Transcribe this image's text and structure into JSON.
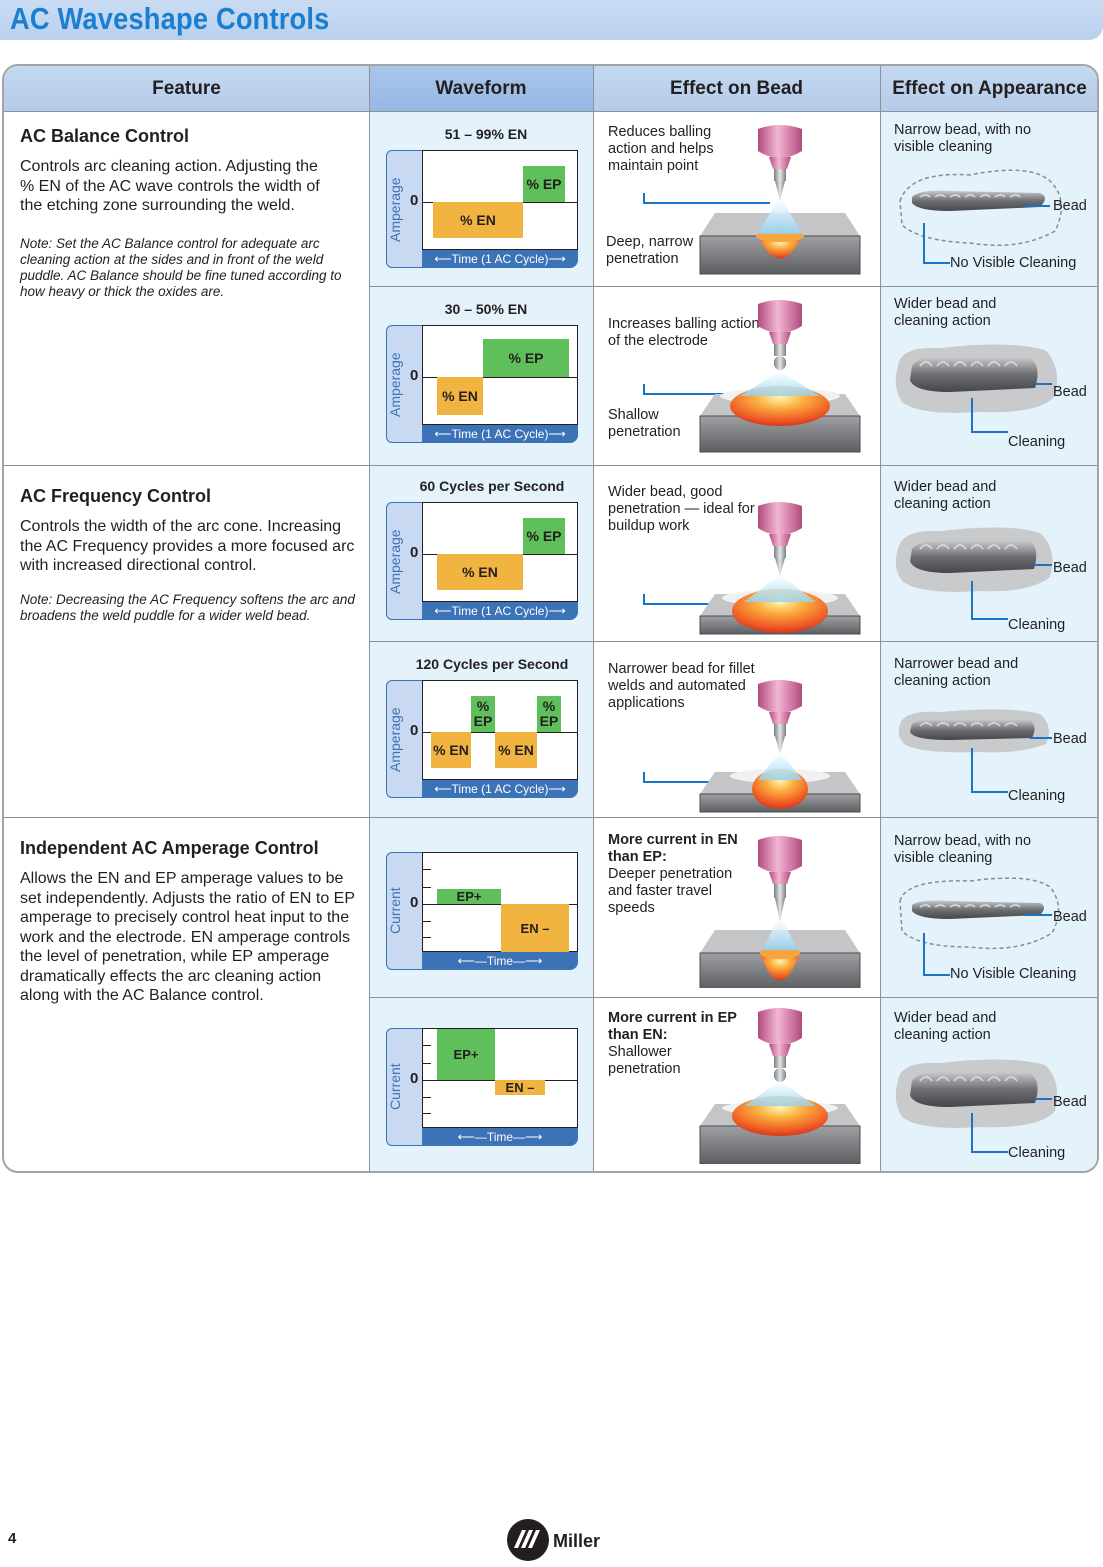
{
  "page": {
    "title": "AC Waveshape Controls",
    "number": "4",
    "brand": "Miller"
  },
  "headers": {
    "feature": "Feature",
    "waveform": "Waveform",
    "bead": "Effect on Bead",
    "appearance": "Effect on Appearance"
  },
  "sections": [
    {
      "title": "AC Balance Control",
      "desc": "Controls arc cleaning action. Adjusting the % EN of the AC wave controls the width of the etching zone surrounding the weld.",
      "note": "Note: Set the AC Balance control for adequate arc cleaning action at the sides and in front of the weld puddle. AC Balance should be fine tuned according to how heavy or thick the oxides are."
    },
    {
      "title": "AC Frequency Control",
      "desc": "Controls the width of the arc cone. Increasing the AC Frequency provides a more focused arc with increased directional control.",
      "note": "Note: Decreasing the AC Frequency softens the arc and broadens the weld puddle for a wider weld bead."
    },
    {
      "title": "Independent AC Amperage Control",
      "desc": "Allows the EN and EP amperage values to be set independently. Adjusts the ratio of EN to EP amperage to precisely control heat input to the work and the electrode. EN amperage controls the level of penetration, while EP amperage dramatically effects the arc cleaning action along with the AC Balance control.",
      "note": ""
    }
  ],
  "rows": [
    {
      "graph_title": "51 – 99% EN",
      "y_axis": "Amperage",
      "zero": "0",
      "x_axis": "Time (1 AC Cycle)",
      "ep": "% EP",
      "en": "% EN",
      "bead_top": "Reduces balling action and helps maintain point",
      "bead_bottom": "Deep, narrow penetration",
      "app_text": "Narrow bead, with no visible cleaning",
      "app_bead": "Bead",
      "app_clean": "No Visible Cleaning"
    },
    {
      "graph_title": "30 – 50% EN",
      "y_axis": "Amperage",
      "zero": "0",
      "x_axis": "Time (1 AC Cycle)",
      "ep": "% EP",
      "en": "% EN",
      "bead_top": "Increases balling action of the electrode",
      "bead_bottom": "Shallow penetration",
      "app_text": "Wider bead and cleaning action",
      "app_bead": "Bead",
      "app_clean": "Cleaning"
    },
    {
      "graph_title": "60 Cycles per Second",
      "y_axis": "Amperage",
      "zero": "0",
      "x_axis": "Time (1 AC Cycle)",
      "ep": "% EP",
      "en": "% EN",
      "bead_top": "Wider bead, good penetration — ideal for buildup work",
      "bead_bottom": "",
      "app_text": "Wider bead and cleaning action",
      "app_bead": "Bead",
      "app_clean": "Cleaning"
    },
    {
      "graph_title": "120 Cycles per Second",
      "y_axis": "Amperage",
      "zero": "0",
      "x_axis": "Time (1 AC Cycle)",
      "ep": "% EP",
      "en": "% EN",
      "bead_top": "Narrower bead for fillet welds and automated applications",
      "bead_bottom": "",
      "app_text": "Narrower bead and cleaning action",
      "app_bead": "Bead",
      "app_clean": "Cleaning"
    },
    {
      "graph_title": "",
      "y_axis": "Current",
      "zero": "0",
      "x_axis": "Time",
      "ep": "EP+",
      "en": "EN –",
      "bead_top_bold": "More current in EN than EP:",
      "bead_top": "Deeper penetration and faster travel speeds",
      "bead_bottom": "",
      "app_text": "Narrow bead, with no visible cleaning",
      "app_bead": "Bead",
      "app_clean": "No Visible Cleaning"
    },
    {
      "graph_title": "",
      "y_axis": "Current",
      "zero": "0",
      "x_axis": "Time",
      "ep": "EP+",
      "en": "EN –",
      "bead_top_bold": "More current in EP than EN:",
      "bead_top": "Shallower penetration",
      "bead_bottom": "",
      "app_text": "Wider bead and cleaning action",
      "app_bead": "Bead",
      "app_clean": "Cleaning"
    }
  ]
}
